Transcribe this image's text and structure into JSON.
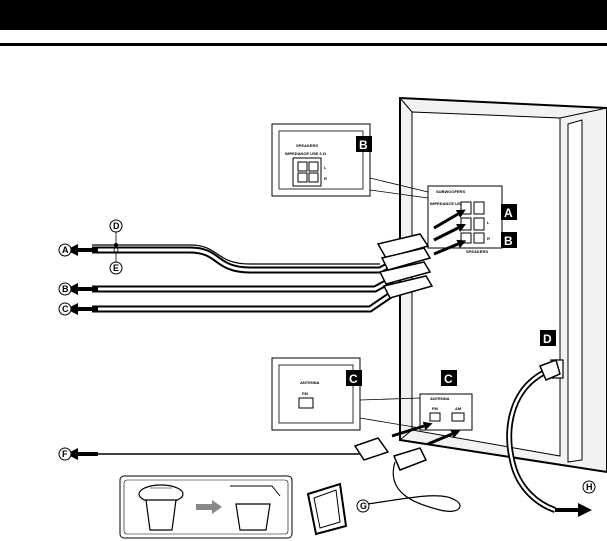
{
  "callouts": {
    "speakers_title": "SPEAKERS",
    "speakers_impedance": "IMPEDANCE USE 6 Ω",
    "antenna_title": "ANTENNA",
    "fm": "FM"
  },
  "panel": {
    "subwoofers_title": "SUBWOOFERS",
    "impedance": "IMPEDANCE USE 3 Ω",
    "speakers_title": "SPEAKERS",
    "antenna_title": "ANTENNA",
    "fm": "FM",
    "am": "AM",
    "l": "L",
    "r": "R"
  },
  "labels": {
    "A": "A",
    "B": "B",
    "C": "C",
    "D": "D",
    "circ_A": "A",
    "circ_B": "B",
    "circ_C": "C",
    "circ_D": "D",
    "circ_E": "E",
    "circ_F": "F",
    "circ_G": "G",
    "circ_H": "H"
  }
}
